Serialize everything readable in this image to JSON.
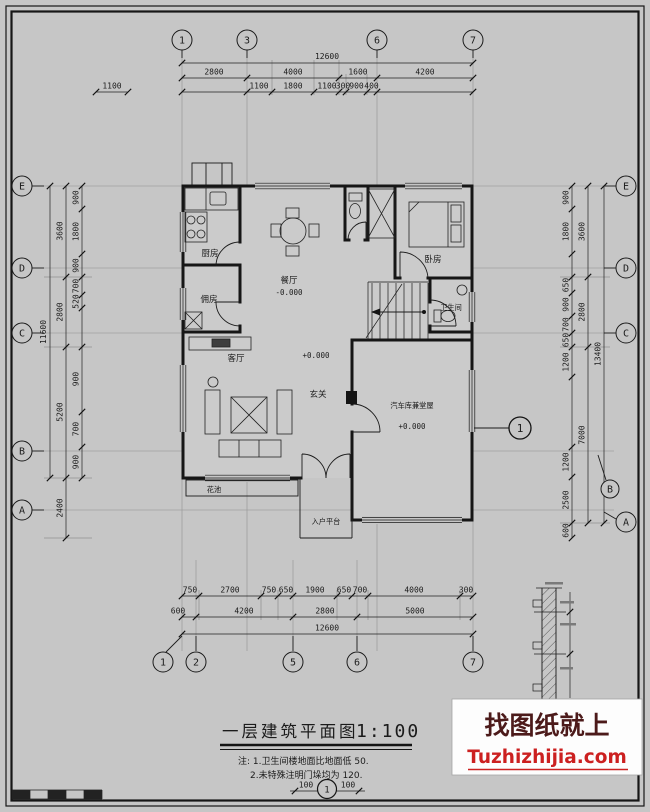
{
  "sheet": {
    "title": "一层建筑平面图",
    "scale": "1:100",
    "note1": "注: 1.卫生间楼地面比地面低  50.",
    "note2": "2.未特殊注明门垛均为 120.",
    "marker_num": "1",
    "marker_dim_left": "100",
    "marker_dim_right": "100"
  },
  "watermark": {
    "line1": "找图纸就上",
    "line2": "Tuzhizhijia.com",
    "accent": "#cc2020"
  },
  "axes": {
    "top": [
      "1",
      "3",
      "6",
      "7"
    ],
    "bottom": [
      "1",
      "2",
      "5",
      "6",
      "7"
    ],
    "left": [
      "E",
      "D",
      "C",
      "B",
      "A"
    ],
    "right": [
      "E",
      "D",
      "C",
      "B",
      "A"
    ]
  },
  "rooms": {
    "kitchen": "厨房",
    "dining": "餐厅",
    "dining_level": "-0.000",
    "bedroom": "卧房",
    "maid": "佣房",
    "bath": "卫生间",
    "living": "客厅",
    "living_level": "+0.000",
    "foyer": "玄关",
    "garage": "汽车库兼堂屋",
    "garage_level": "+0.000",
    "flowerbed": "花池",
    "porch": "入户平台"
  },
  "callout": {
    "num": "1"
  },
  "dims": {
    "top_total": "12600",
    "top_major": [
      "2800",
      "4000",
      "1600",
      "4200"
    ],
    "top_minor": [
      "1100",
      "1800",
      "1100",
      "300",
      "900",
      "400"
    ],
    "top_offset": "1100",
    "bottom_minor": [
      "750",
      "2700",
      "750",
      "650",
      "1900",
      "650",
      "700",
      "4000",
      "300"
    ],
    "bottom_major": [
      "600",
      "4200",
      "2800",
      "5000"
    ],
    "bottom_total": "12600",
    "left_total": "11600",
    "left_major": [
      "3600",
      "2800",
      "5200",
      "2400"
    ],
    "left_minor": [
      "900",
      "1800",
      "900",
      "700",
      "520",
      "900",
      "700",
      "900"
    ],
    "right_total": "13400",
    "right_major": [
      "3600",
      "2800",
      "7000"
    ],
    "right_minor": [
      "900",
      "1800",
      "650",
      "900",
      "700",
      "650",
      "1200",
      "1200",
      "2500",
      "600"
    ]
  }
}
